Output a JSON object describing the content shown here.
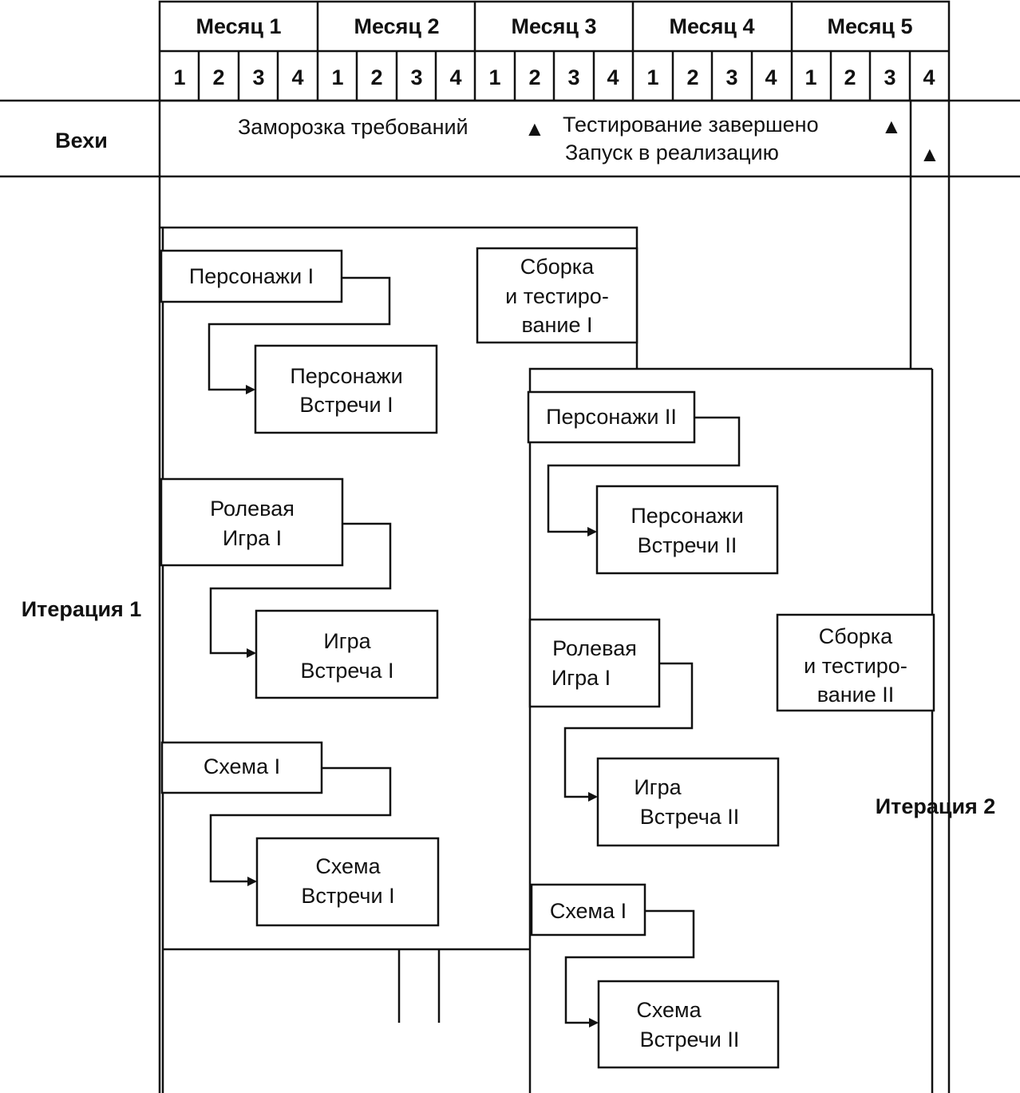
{
  "timeline": {
    "months": [
      "Месяц 1",
      "Месяц 2",
      "Месяц 3",
      "Месяц 4",
      "Месяц 5"
    ],
    "weeks": [
      "1",
      "2",
      "3",
      "4"
    ]
  },
  "milestones": {
    "label": "Вехи",
    "requirements_freeze": "Заморозка требований",
    "testing_complete": "Тестирование завершено",
    "release_launch": "Запуск в реализацию",
    "marker": "▲"
  },
  "iteration1": {
    "label": "Итерация 1",
    "characters": "Персонажи I",
    "characters_meetings": [
      "Персонажи",
      "Встречи I"
    ],
    "roleplay": [
      "Ролевая",
      "Игра I"
    ],
    "game_meeting": [
      "Игра",
      "Встреча I"
    ],
    "scheme": "Схема I",
    "scheme_meetings": [
      "Схема",
      "Встречи I"
    ],
    "build_test": [
      "Сборка",
      "и тестиро-",
      "вание I"
    ]
  },
  "iteration2": {
    "label": "Итерация 2",
    "characters": "Персонажи II",
    "characters_meetings": [
      "Персонажи",
      "Встречи II"
    ],
    "roleplay": [
      "Ролевая",
      "Игра I"
    ],
    "game_meeting": [
      "Игра",
      "Встреча II"
    ],
    "scheme": "Схема I",
    "scheme_meetings": [
      "Схема",
      "Встречи II"
    ],
    "build_test": [
      "Сборка",
      "и тестиро-",
      "вание II"
    ]
  }
}
